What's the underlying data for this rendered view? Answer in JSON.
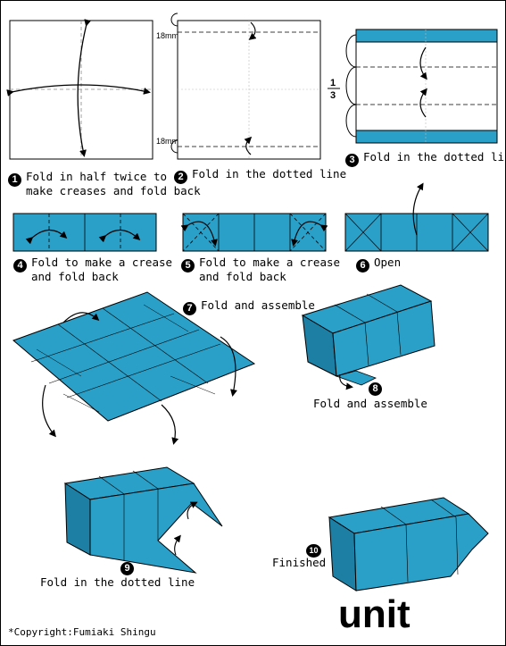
{
  "colors": {
    "paper": "#2aa0c8",
    "paper_dark": "#1d7fa3",
    "line": "#000000"
  },
  "measurements": {
    "top": "18mm",
    "bottom": "18mm",
    "fraction_num": "1",
    "fraction_den": "3"
  },
  "steps": [
    {
      "num": "1",
      "text1": "Fold in half twice to",
      "text2": "make creases and fold back"
    },
    {
      "num": "2",
      "text1": "Fold in the dotted line"
    },
    {
      "num": "3",
      "text1": "Fold in the dotted line"
    },
    {
      "num": "4",
      "text1": "Fold to make a crease",
      "text2": "and fold back"
    },
    {
      "num": "5",
      "text1": "Fold to make a crease",
      "text2": "and fold back"
    },
    {
      "num": "6",
      "text1": "Open"
    },
    {
      "num": "7",
      "text1": "Fold and assemble"
    },
    {
      "num": "8",
      "text1": "Fold and assemble"
    },
    {
      "num": "9",
      "text1": "Fold in the dotted line"
    },
    {
      "num": "10",
      "text1": "Finished"
    }
  ],
  "title": "unit",
  "copyright": "*Copyright:Fumiaki Shingu"
}
